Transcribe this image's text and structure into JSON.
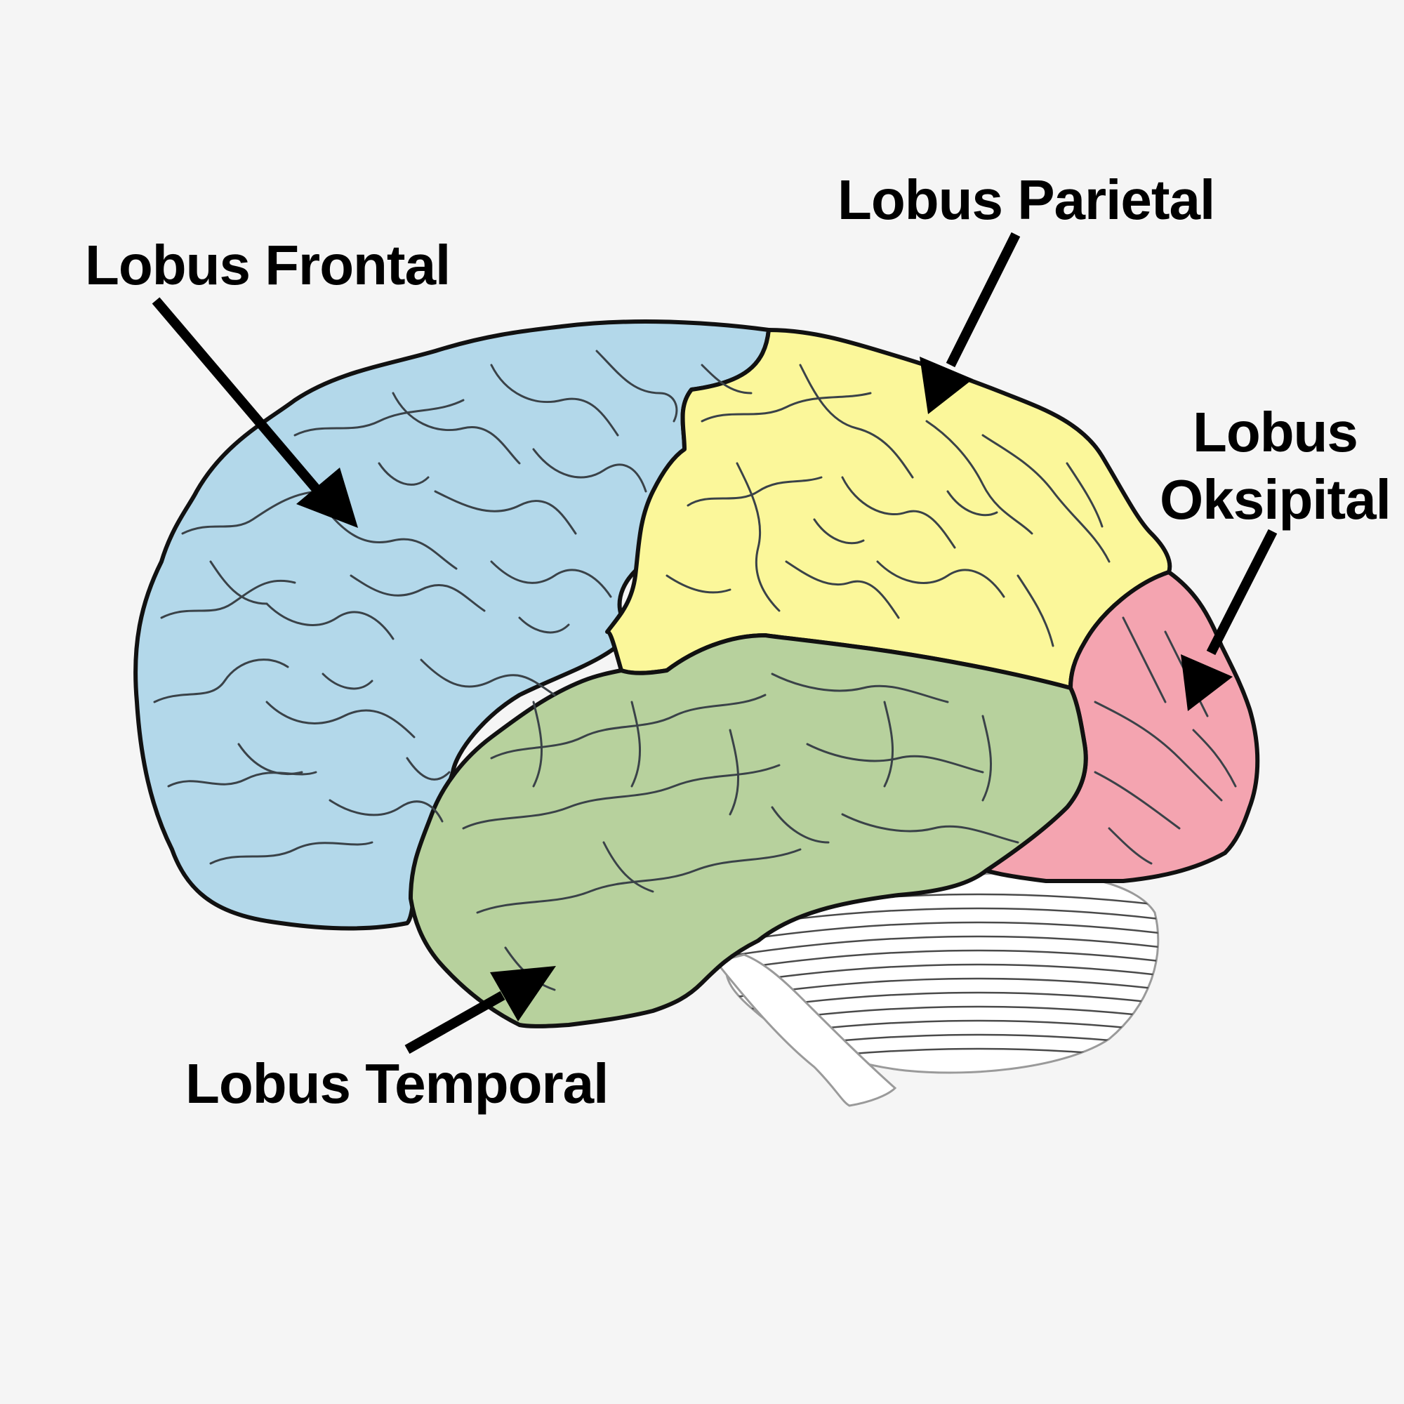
{
  "labels": {
    "frontal": "Lobus Frontal",
    "parietal": "Lobus Parietal",
    "occipital_line1": "Lobus",
    "occipital_line2": "Oksipital",
    "temporal": "Lobus Temporal"
  },
  "colors": {
    "background": "#f5f5f5",
    "frontal": "#b3d8ea",
    "parietal": "#fbf79a",
    "temporal": "#b7d19d",
    "occipital": "#f4a4b0",
    "cerebellum": "#ffffff",
    "outline": "#111111",
    "arrow": "#000000"
  }
}
